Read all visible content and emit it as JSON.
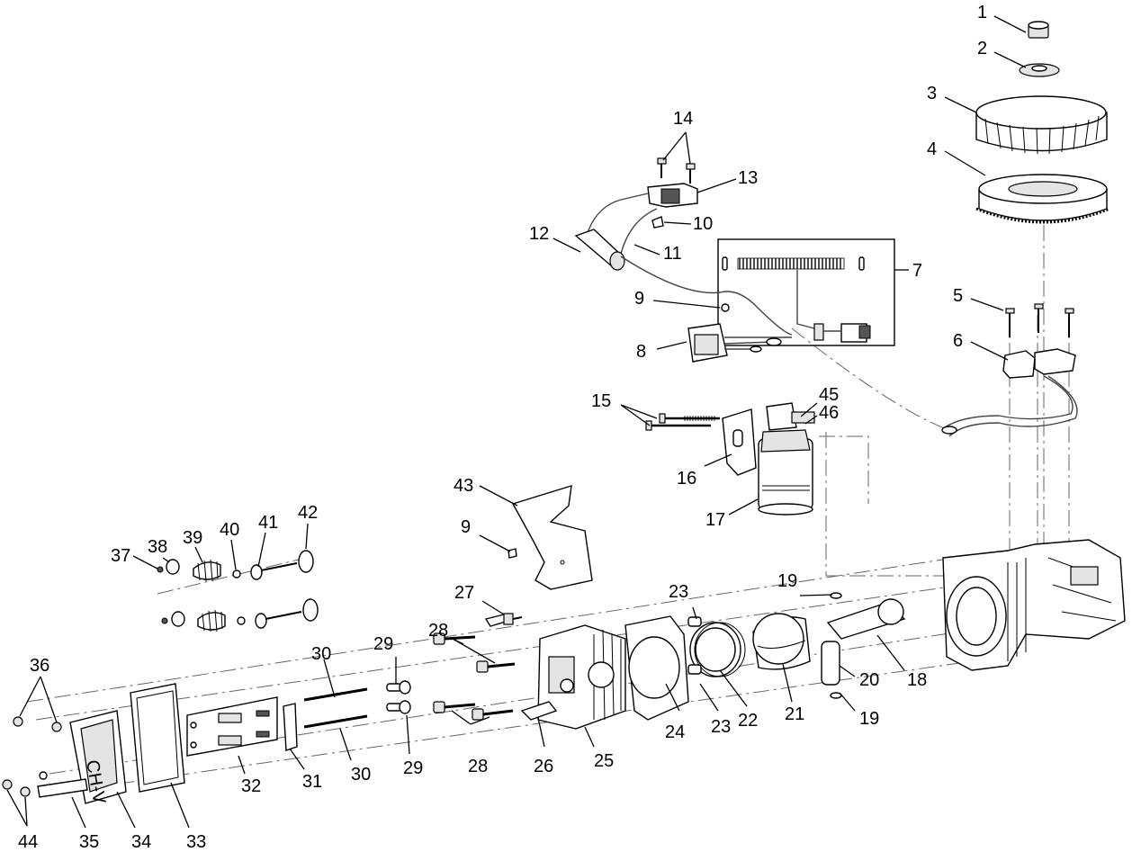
{
  "diagram": {
    "callouts": [
      "1",
      "2",
      "3",
      "4",
      "5",
      "6",
      "7",
      "8",
      "9",
      "10",
      "11",
      "12",
      "13",
      "14",
      "15",
      "16",
      "17",
      "18",
      "19",
      "20",
      "21",
      "22",
      "23",
      "24",
      "25",
      "26",
      "27",
      "28",
      "29",
      "30",
      "31",
      "32",
      "33",
      "34",
      "35",
      "36",
      "37",
      "38",
      "39",
      "40",
      "41",
      "42",
      "43",
      "44",
      "45",
      "46"
    ],
    "callouts_repeated": [
      "9",
      "19",
      "23",
      "28",
      "29",
      "30"
    ],
    "logo_text": "CH-V"
  }
}
